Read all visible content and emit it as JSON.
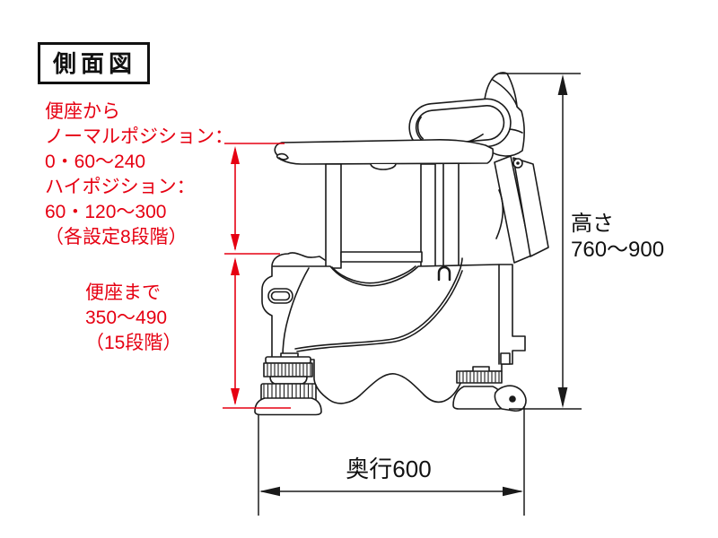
{
  "title_box": {
    "label": "側面図"
  },
  "annotations": {
    "seat_from": {
      "lines": [
        "便座から",
        "ノーマルポジション：",
        "0・60〜240",
        "ハイポジション：",
        "60・120〜300",
        "（各設定8段階）"
      ]
    },
    "seat_height": {
      "lines": [
        "便座まで",
        "350〜490",
        "（15段階）"
      ]
    },
    "height_dim": {
      "label": "高さ",
      "value": "760〜900"
    },
    "depth_dim": {
      "label": "奥行600"
    }
  },
  "colors": {
    "annotation_red": "#e60012",
    "line_color": "#1a1a1a",
    "background": "#ffffff"
  }
}
